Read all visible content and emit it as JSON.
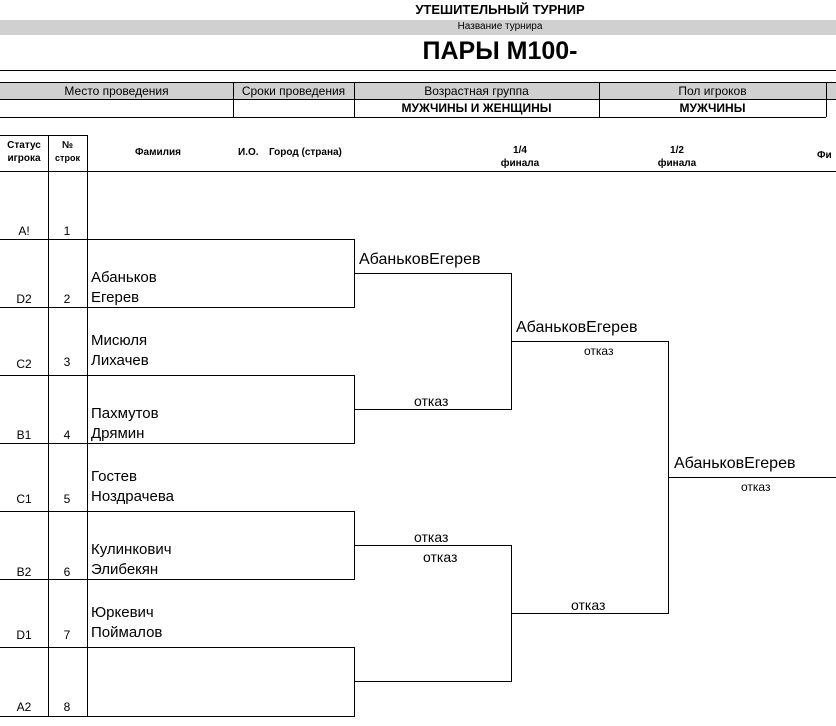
{
  "header": {
    "top_title": "УТЕШИТЕЛЬНЫЙ ТУРНИР",
    "subtitle": "Название турнира",
    "main_title": "ПАРЫ М100-"
  },
  "info": {
    "venue_label": "Место проведения",
    "dates_label": "Сроки проведения",
    "age_label": "Возрастная группа",
    "gender_label": "Пол игроков",
    "age_value": "МУЖЧИНЫ И ЖЕНЩИНЫ",
    "gender_value": "МУЖЧИНЫ"
  },
  "columns": {
    "status": "Статус игрока",
    "status_l1": "Статус",
    "status_l2": "игрока",
    "num_l1": "№",
    "num_l2": "строк",
    "surname": "Фамилия",
    "initials": "И.О.",
    "city": "Город (страна)",
    "qf_l1": "1/4",
    "qf_l2": "финала",
    "sf_l1": "1/2",
    "sf_l2": "финала",
    "final": "Фи"
  },
  "entries": [
    {
      "status": "A!",
      "num": "1",
      "line1": "",
      "line2": ""
    },
    {
      "status": "D2",
      "num": "2",
      "line1": "Абаньков",
      "line2": "Егерев"
    },
    {
      "status": "C2",
      "num": "3",
      "line1": "Мисюля",
      "line2": "Лихачев"
    },
    {
      "status": "B1",
      "num": "4",
      "line1": "Пахмутов",
      "line2": "Дрямин"
    },
    {
      "status": "C1",
      "num": "5",
      "line1": "Гостев",
      "line2": "Ноздрачева"
    },
    {
      "status": "B2",
      "num": "6",
      "line1": "Кулинкович",
      "line2": "Элибекян"
    },
    {
      "status": "D1",
      "num": "7",
      "line1": "Юркевич",
      "line2": "Поймалов"
    },
    {
      "status": "A2",
      "num": "8",
      "line1": "",
      "line2": ""
    }
  ],
  "quarterfinals": [
    {
      "winner": "АбаньковЕгерев",
      "result": ""
    },
    {
      "winner": "отказ",
      "result": ""
    },
    {
      "winner": "отказ",
      "result": "отказ"
    },
    {
      "winner": "",
      "result": ""
    }
  ],
  "semifinals": [
    {
      "winner": "АбаньковЕгерев",
      "result": "отказ"
    },
    {
      "winner": "отказ",
      "result": ""
    }
  ],
  "final": {
    "winner": "АбаньковЕгерев",
    "result": "отказ"
  }
}
